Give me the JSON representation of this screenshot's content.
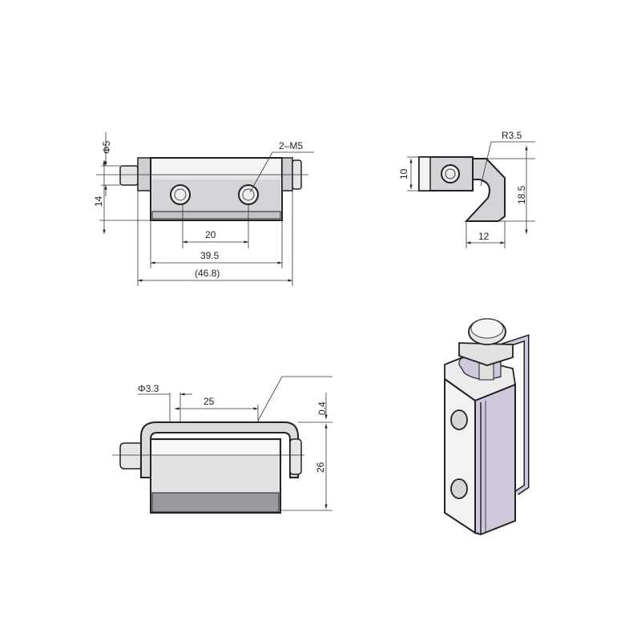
{
  "front_view": {
    "dia_pin": "Φ5",
    "height": "14",
    "hole_spacing": "20",
    "body_width": "39.5",
    "overall_width": "(46.8)",
    "thread_callout": "2–M5"
  },
  "side_view": {
    "radius": "R3.5",
    "block_height": "10",
    "overall_height": "18.5",
    "hook_width": "12"
  },
  "top_view": {
    "dia_hole": "Φ3.3",
    "hole_spacing": "25",
    "gap": "0.4",
    "height": "26"
  },
  "colors": {
    "metal_light": "#e6e6e8",
    "metal_mid": "#cfcfd3",
    "metal_dark": "#9a9a9e",
    "lavender": "#cfc8dc",
    "line": "#222222"
  }
}
